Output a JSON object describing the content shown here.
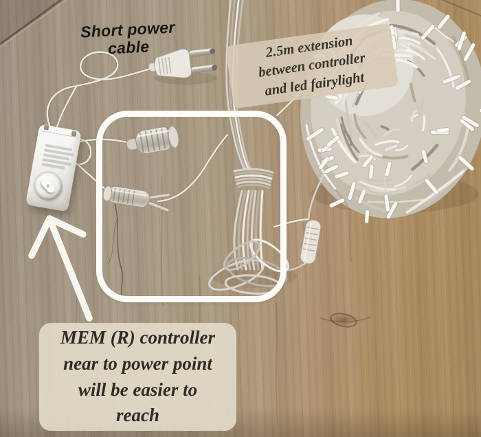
{
  "annotations": {
    "short_cable": {
      "lines": [
        "Short power",
        "cable"
      ]
    },
    "extension": {
      "lines": [
        "2.5m extension",
        "between controller",
        "and led fairylight"
      ]
    },
    "note": {
      "lines": [
        "MEM (R) controller",
        "near to power point",
        "will be easier to",
        "reach"
      ]
    }
  },
  "colors": {
    "annotation_white": "#f8f6f0",
    "panel_beige": "#d7cbb6",
    "note_panel_beige": "#e3dac9",
    "label_text_dark": "#191713",
    "serif_text_dark": "#36322b",
    "wood_left": "#a39380",
    "wood_right": "#ac8b61",
    "wire_silver": "#d9d5cb",
    "wire_highlight": "#eeeae0",
    "wire_shadow": "#a59e90",
    "bulb_white": "#f8f7f3",
    "metal_dark_tip": "#716b63"
  }
}
